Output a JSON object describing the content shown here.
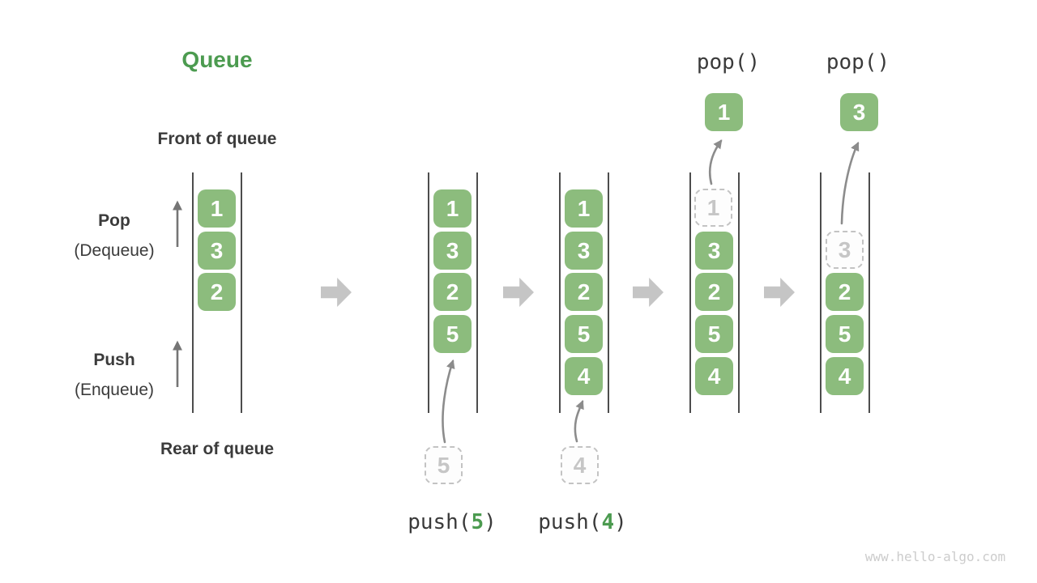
{
  "page": {
    "title": "Queue",
    "watermark": "www.hello-algo.com"
  },
  "labels": {
    "front": "Front of queue",
    "rear": "Rear of queue",
    "pop": "Pop",
    "pop_sub": "(Dequeue)",
    "push": "Push",
    "push_sub": "(Enqueue)"
  },
  "operations": {
    "push5": {
      "prefix": "push(",
      "arg": "5",
      "suffix": ")"
    },
    "push4": {
      "prefix": "push(",
      "arg": "4",
      "suffix": ")"
    },
    "pop1": "pop()",
    "pop2": "pop()"
  },
  "columns": [
    {
      "cells": [
        "1",
        "3",
        "2"
      ]
    },
    {
      "cells": [
        "1",
        "3",
        "2",
        "5"
      ],
      "ghost": "5"
    },
    {
      "cells": [
        "1",
        "3",
        "2",
        "5",
        "4"
      ],
      "ghost": "4"
    },
    {
      "cells": [
        "3",
        "2",
        "5",
        "4"
      ],
      "ghost": "1",
      "popped": "1"
    },
    {
      "cells": [
        "2",
        "5",
        "4"
      ],
      "ghost": "3",
      "popped": "3"
    }
  ],
  "colors": {
    "item_green": "#8cbc7d",
    "accent_green": "#4c9b50",
    "text_dark": "#3b3b3b",
    "rail_gray": "#4d4d4d",
    "ghost_gray": "#c3c3c3",
    "flow_arrow_gray": "#c5c5c5",
    "watermark_gray": "#cccccc"
  }
}
